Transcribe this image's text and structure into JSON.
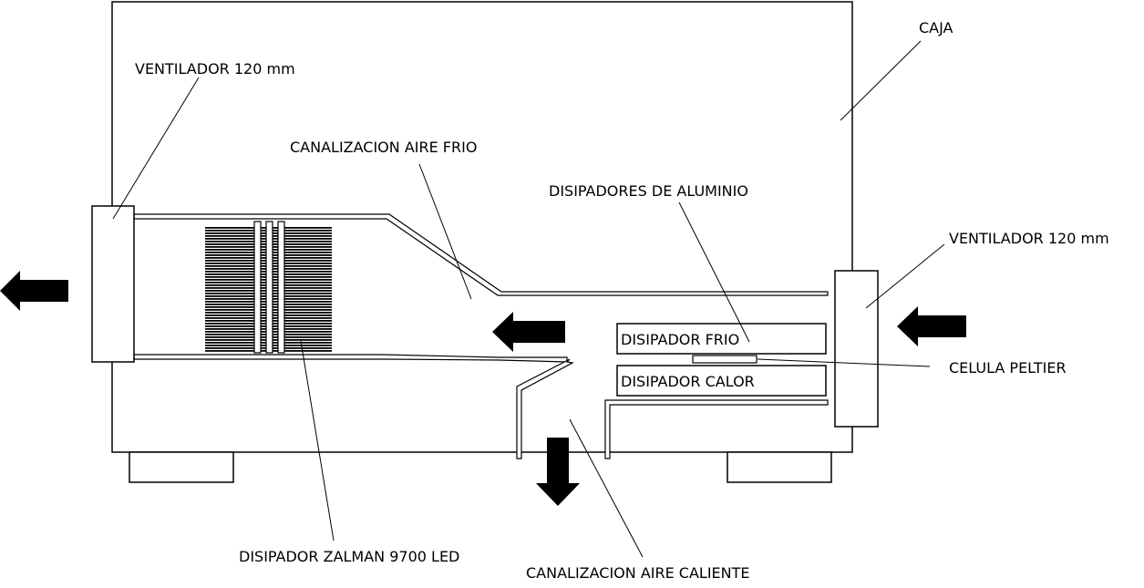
{
  "labels": {
    "caja": "CAJA",
    "fan_left": "VENTILADOR 120 mm",
    "fan_right": "VENTILADOR 120 mm",
    "cold_duct": "CANALIZACION AIRE FRIO",
    "aluminium_heatsinks": "DISIPADORES DE ALUMINIO",
    "cold_heatsink": "DISIPADOR FRIO",
    "hot_heatsink": "DISIPADOR CALOR",
    "peltier": "CELULA PELTIER",
    "zalman": "DISIPADOR ZALMAN 9700 LED",
    "hot_duct": "CANALIZACION AIRE CALIENTE"
  },
  "colors": {
    "stroke": "#000000",
    "background": "#ffffff"
  }
}
